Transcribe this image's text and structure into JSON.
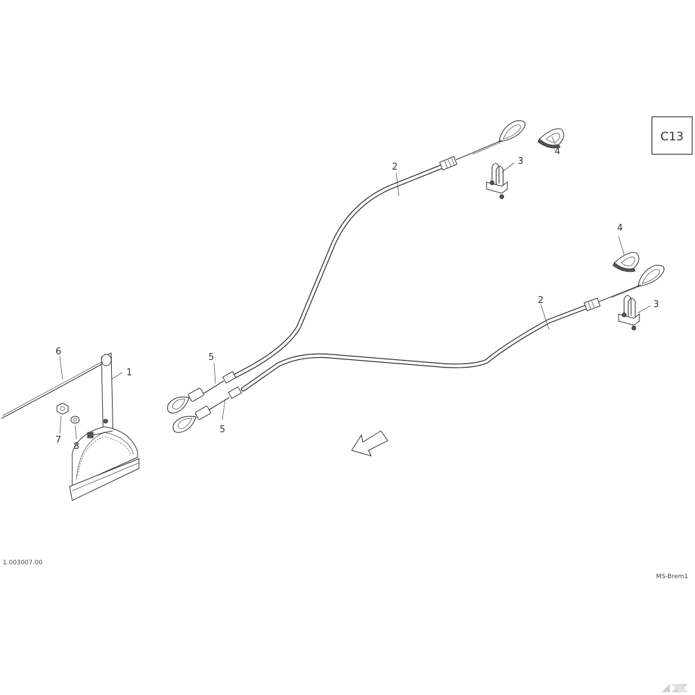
{
  "sheet_label": "C13",
  "drawing_number": "1.003007.00",
  "drawing_name": "MS-Brem1",
  "callouts": {
    "c1": "1",
    "c2a": "2",
    "c2b": "2",
    "c3a": "3",
    "c3b": "3",
    "c4a": "4",
    "c4b": "4",
    "c5a": "5",
    "c5b": "5",
    "c6": "6",
    "c7": "7",
    "c8": "8"
  }
}
